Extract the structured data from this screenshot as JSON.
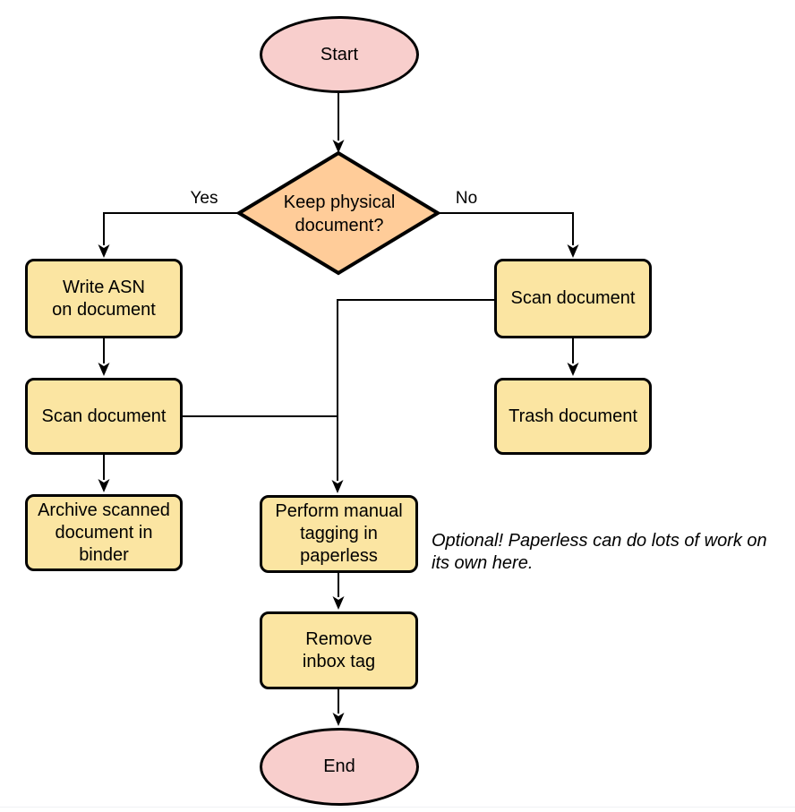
{
  "diagram": {
    "type": "flowchart",
    "palette": {
      "terminal_fill": "#f8cecc",
      "decision_fill": "#ffcc99",
      "process_fill": "#fbe5a2",
      "stroke": "#000000",
      "background": "#ffffff",
      "bottom_rule": "#f0f1f4"
    },
    "nodes": {
      "start": {
        "type": "terminal",
        "label": "Start"
      },
      "decision": {
        "type": "decision",
        "label": "Keep physical\ndocument?"
      },
      "write_asn": {
        "type": "process",
        "label": "Write ASN\non document"
      },
      "scan_left": {
        "type": "process",
        "label": "Scan document"
      },
      "archive": {
        "type": "process",
        "label": "Archive scanned\ndocument in\nbinder"
      },
      "scan_right": {
        "type": "process",
        "label": "Scan document"
      },
      "trash": {
        "type": "process",
        "label": "Trash document"
      },
      "perform_tagging": {
        "type": "process",
        "label": "Perform manual\ntagging in\npaperless"
      },
      "remove_inbox": {
        "type": "process",
        "label": "Remove\ninbox tag"
      },
      "end": {
        "type": "terminal",
        "label": "End"
      }
    },
    "edge_labels": {
      "yes": "Yes",
      "no": "No"
    },
    "edges": [
      {
        "from": "start",
        "to": "decision"
      },
      {
        "from": "decision",
        "to": "write_asn",
        "label": "Yes"
      },
      {
        "from": "decision",
        "to": "scan_right",
        "label": "No"
      },
      {
        "from": "write_asn",
        "to": "scan_left"
      },
      {
        "from": "scan_left",
        "to": "archive"
      },
      {
        "from": "scan_right",
        "to": "trash"
      },
      {
        "from": "scan_right",
        "to": "perform_tagging"
      },
      {
        "from": "scan_left",
        "to": "perform_tagging"
      },
      {
        "from": "perform_tagging",
        "to": "remove_inbox"
      },
      {
        "from": "remove_inbox",
        "to": "end"
      }
    ],
    "annotation": {
      "text": "Optional! Paperless can do lots of work on\nits own here."
    }
  }
}
